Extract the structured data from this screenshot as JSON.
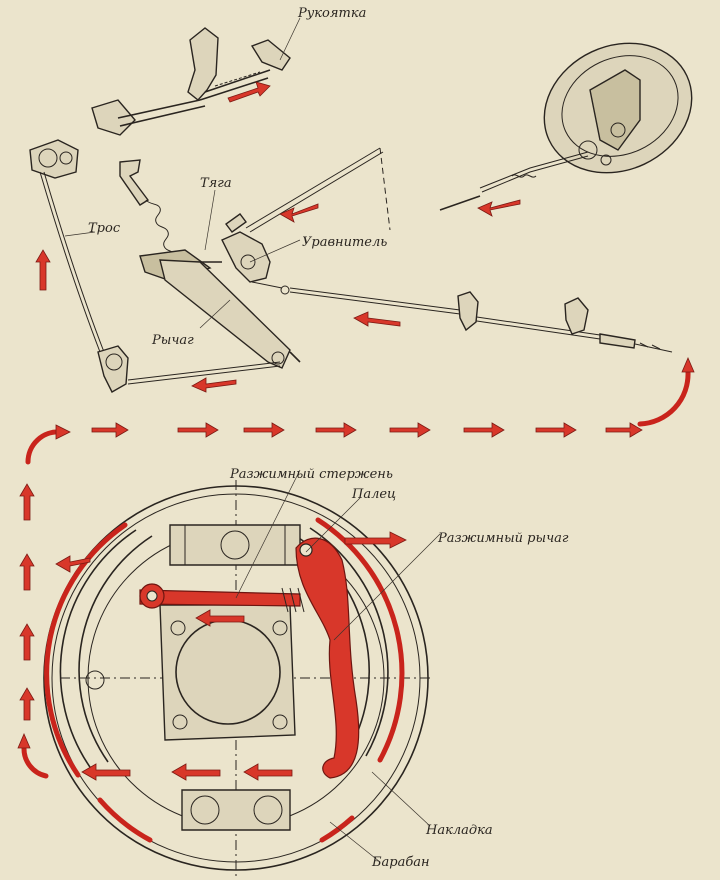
{
  "labels": {
    "handle": "Рукоятка",
    "rod": "Тяга",
    "cable": "Трос",
    "equalizer": "Уравнитель",
    "lever": "Рычаг",
    "expander_rod": "Разжимный стержень",
    "pin": "Палец",
    "expander_lever": "Разжимный рычаг",
    "lining": "Накладка",
    "drum": "Барабан"
  },
  "colors": {
    "background": "#ebe4cc",
    "ink": "#2a2520",
    "highlight_red": "#d8372a"
  }
}
